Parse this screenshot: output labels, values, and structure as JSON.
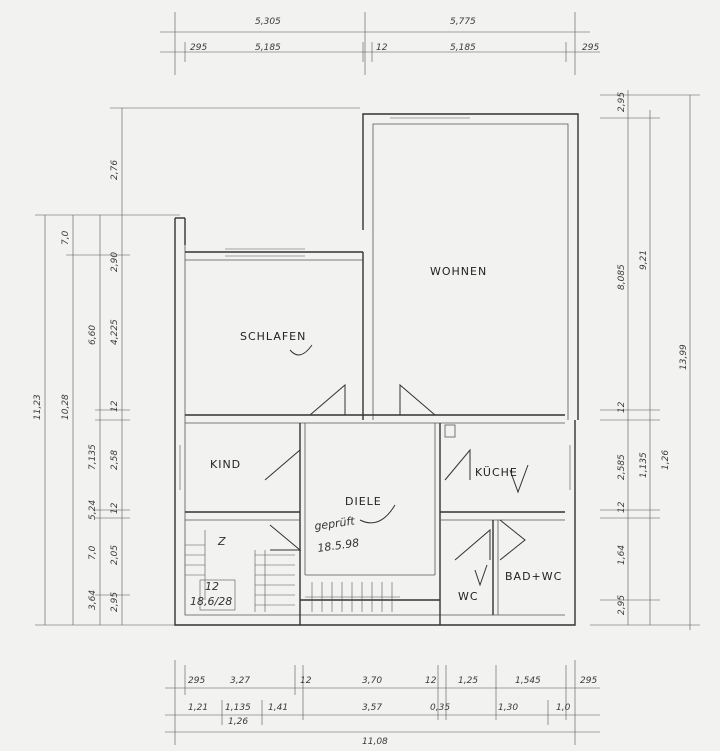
{
  "dimensions_top": {
    "total_left": "5,305",
    "total_right": "5,775",
    "seg_1": "295",
    "seg_2": "5,185",
    "seg_3": "12",
    "seg_4": "5,185",
    "seg_5": "295"
  },
  "dimensions_left": {
    "overall_1": "11,23",
    "overall_2": "10,28",
    "sub_1": "7,0",
    "sub_2": "6,60",
    "sub_3": "7,135",
    "sub_4": "5,24",
    "sub_5": "7,0",
    "sub_6": "2,76",
    "sub_7": "2,90",
    "sub_8": "4,225",
    "sub_9": "12",
    "sub_10": "2,58",
    "sub_11": "12",
    "sub_12": "2,05",
    "sub_13": "2,95",
    "sub_14": "3,64"
  },
  "dimensions_right": {
    "overall_1": "13,99",
    "overall_2": "9,21",
    "sub_1": "2,95",
    "sub_2": "8,085",
    "sub_3": "12",
    "sub_4": "2,585",
    "sub_5": "1,135",
    "sub_6": "1,26",
    "sub_7": "12",
    "sub_8": "1,64",
    "sub_9": "2,95"
  },
  "dimensions_bottom": {
    "row1": [
      "295",
      "3,27",
      "12",
      "3,70",
      "12",
      "1,25",
      "1,545",
      "295"
    ],
    "row2": [
      "1,21",
      "1,135",
      "1,41",
      "3,57",
      "0,35",
      "1,30",
      "1,0"
    ],
    "row2b": "1,26",
    "total": "11,08"
  },
  "rooms": {
    "wohnen": "WOHNEN",
    "schlafen": "SCHLAFEN",
    "kind": "KIND",
    "diele": "DIELE",
    "kuche": "KÜCHE",
    "wc": "WC",
    "bad": "BAD+WC"
  },
  "annotations": {
    "stair_note": "18,6/28",
    "signature_1": "geprüft",
    "signature_date": "18.5.98",
    "stair_tag": "12",
    "signature_2": "Z"
  }
}
